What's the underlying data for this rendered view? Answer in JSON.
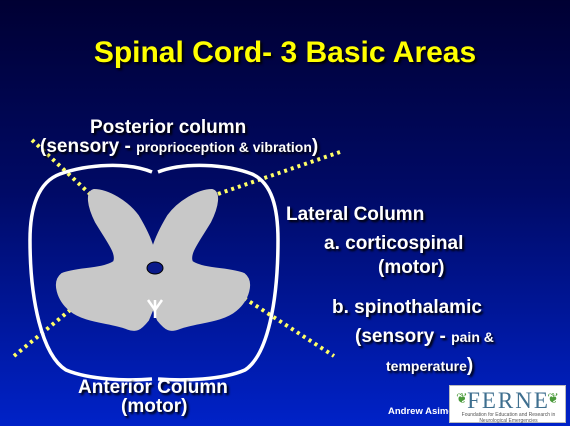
{
  "slide": {
    "title": "Spinal Cord- 3 Basic Areas",
    "posterior": {
      "heading": "Posterior column",
      "open": "(sensory - ",
      "detail": "proprioception & vibration",
      "close": ")"
    },
    "lateral": {
      "heading": "Lateral Column",
      "a_line1": "a. corticospinal",
      "a_line2": "(motor)",
      "b_line1": "b. spinothalamic",
      "b_open": "(sensory - ",
      "b_detail1": "pain &",
      "b_detail2": "temperature",
      "b_close": ")"
    },
    "anterior": {
      "heading": "Anterior Column",
      "sub": "(motor)"
    },
    "credit": "Andrew Asimos, MD",
    "logo": {
      "word": "FERNE",
      "sub": "Foundation for Education and Research in Neurological Emergencies"
    }
  },
  "colors": {
    "title": "#ffff00",
    "text": "#ffffff",
    "gray_matter": "#c8c8c8",
    "pointer": "#ffff66",
    "canal": "#0a1a8a"
  }
}
